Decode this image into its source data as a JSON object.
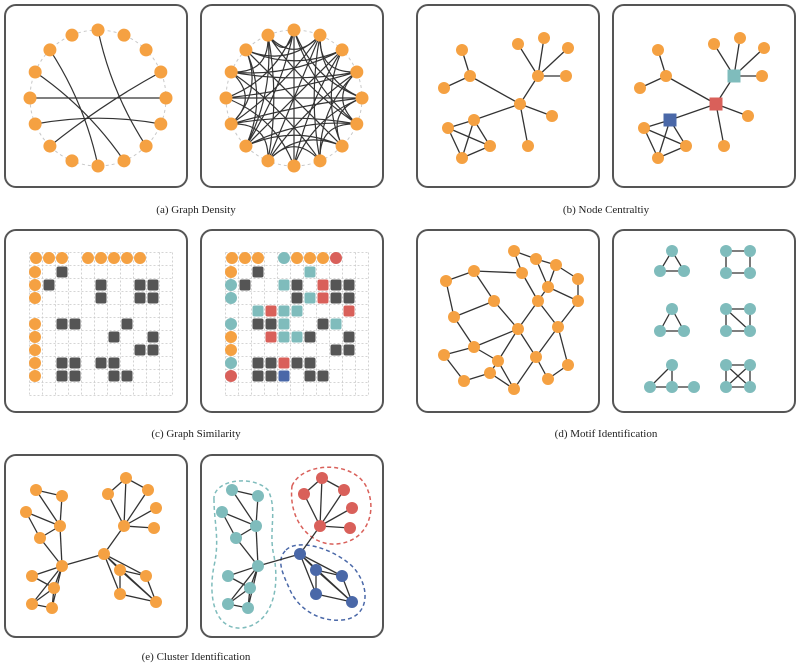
{
  "colors": {
    "node": "#f5a142",
    "teal": "#7fbcbc",
    "red": "#d9605a",
    "blue": "#4a68a8",
    "dark": "#555555",
    "edge": "#333333",
    "dash": "#c8c8c8"
  },
  "captions": {
    "graph_density": "(a) Graph Density",
    "node_centrality": "(b) Node Centraltiy",
    "graph_similarity": "(c) Graph Similarity",
    "motif_identification": "(d) Motif Identification",
    "cluster_identification": "(e) Cluster Identification"
  }
}
